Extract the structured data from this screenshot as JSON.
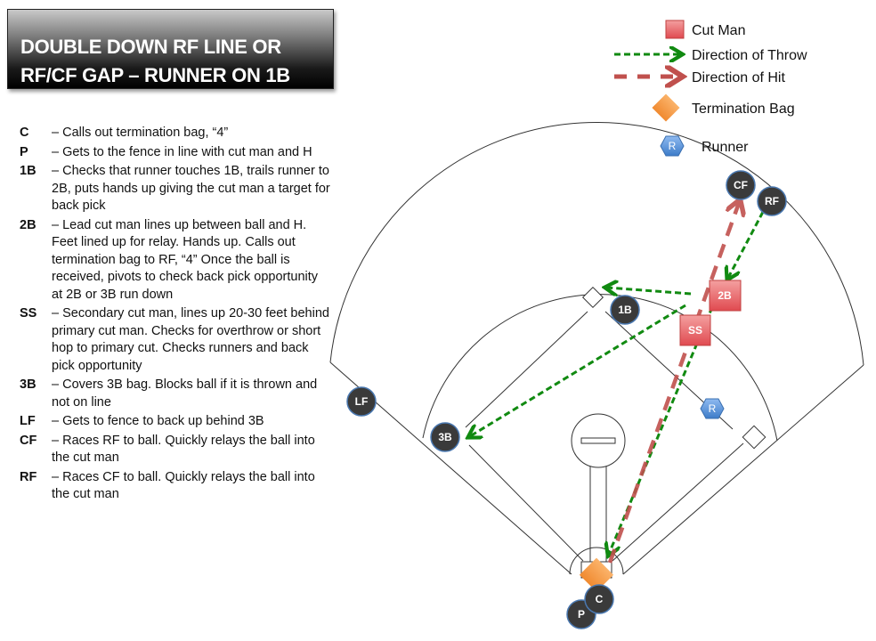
{
  "title": {
    "line1": "DOUBLE DOWN RF LINE OR",
    "line2": "RF/CF GAP – RUNNER ON 1B"
  },
  "roles": [
    {
      "pos": "C",
      "text": "– Calls out termination bag, “4”"
    },
    {
      "pos": "P",
      "text": "– Gets to the fence in line with cut man and H"
    },
    {
      "pos": "1B",
      "text": "– Checks that runner touches 1B, trails runner to 2B, puts hands up giving the cut man a target for back pick"
    },
    {
      "pos": "2B",
      "text": "– Lead cut man lines up between ball and H. Feet lined up for relay.  Hands up.  Calls out termination bag to RF, “4”  Once the ball is received, pivots to check back pick opportunity at 2B or 3B run down"
    },
    {
      "pos": "SS",
      "text": "– Secondary cut man, lines up 20-30 feet behind primary cut man.  Checks for overthrow or short hop to primary cut.  Checks runners and back pick opportunity"
    },
    {
      "pos": "3B",
      "text": "– Covers 3B bag.  Blocks ball if it is thrown and not on line"
    },
    {
      "pos": "LF",
      "text": "–  Gets to fence to back up behind 3B"
    },
    {
      "pos": "CF",
      "text": "– Races RF to ball.  Quickly relays the ball into the cut man"
    },
    {
      "pos": "RF",
      "text": "– Races CF to ball.  Quickly relays the ball into the cut man"
    }
  ],
  "legend": {
    "cut_man": "Cut Man",
    "throw": "Direction of Throw",
    "hit": "Direction of Hit",
    "termination": "Termination Bag",
    "runner": "Runner",
    "runner_symbol": "R"
  },
  "players": {
    "CF": "CF",
    "RF": "RF",
    "1B": "1B",
    "LF": "LF",
    "3B": "3B",
    "C": "C",
    "P": "P",
    "2B": "2B",
    "SS": "SS",
    "R": "R"
  },
  "colors": {
    "throw": "#118a11",
    "hit": "#c0504d",
    "cut_man": "#e8606a",
    "termination": "#f79646",
    "runner": "#4f8fd6",
    "player": "#3a3a3a"
  }
}
